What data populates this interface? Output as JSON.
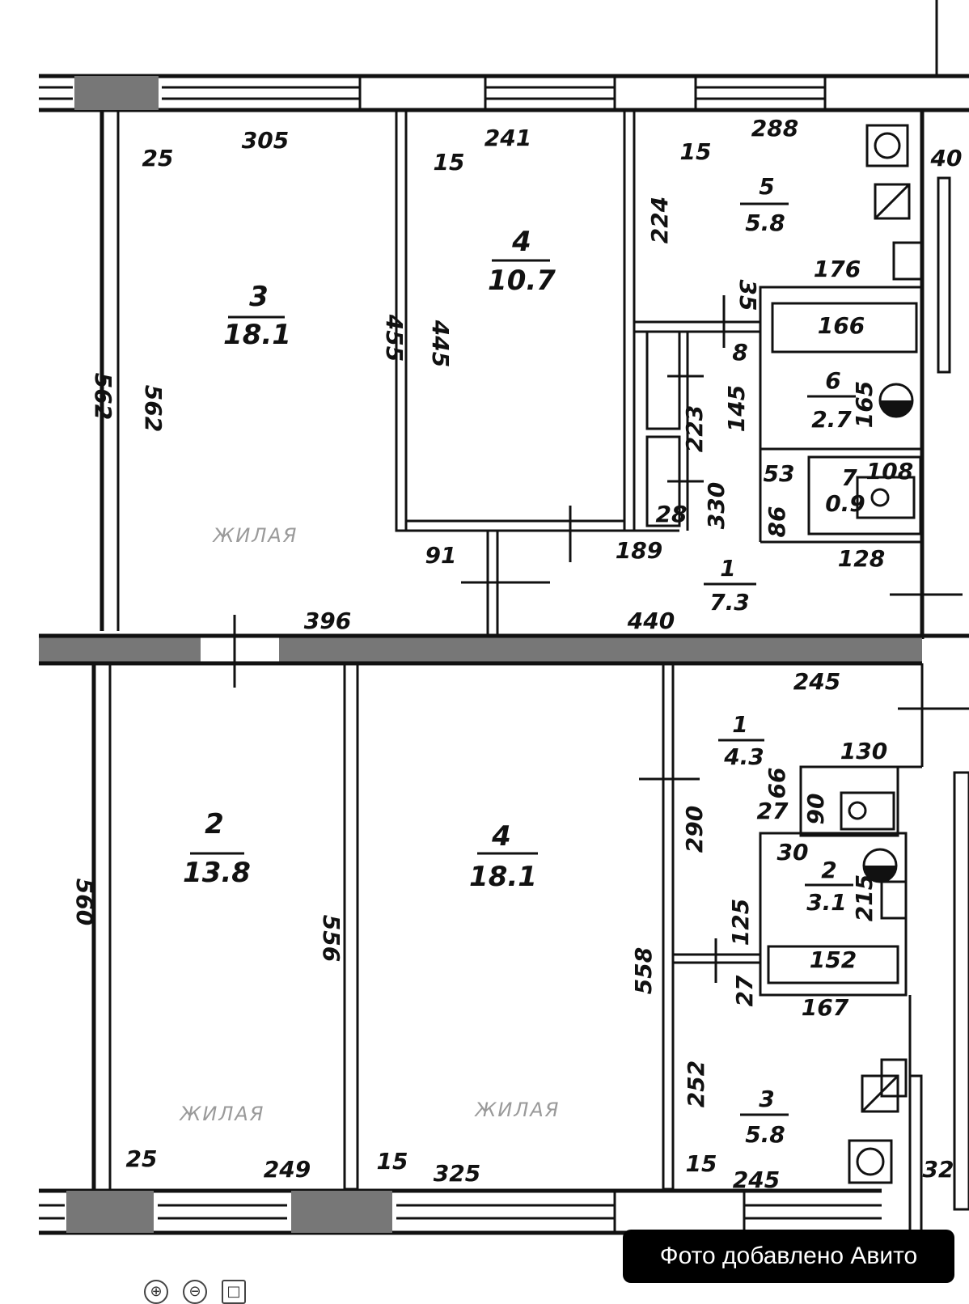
{
  "watermark": {
    "text": "Фото добавлено Авито"
  },
  "zoom_controls": [
    {
      "name": "zoom-in-icon",
      "glyph": "⊕"
    },
    {
      "name": "zoom-out-icon",
      "glyph": "⊖"
    },
    {
      "name": "fullscreen-icon",
      "glyph": "□"
    }
  ],
  "upper_unit": {
    "rooms": [
      {
        "number": "3",
        "area": "18.1"
      },
      {
        "number": "4",
        "area": "10.7"
      },
      {
        "number": "5",
        "area": "5.8"
      },
      {
        "number": "6",
        "area": "2.7"
      },
      {
        "number": "7",
        "area": "0.9"
      },
      {
        "number": "1",
        "area": "7.3"
      }
    ],
    "room_type_label": "ЖИЛАЯ",
    "dimensions": [
      "305",
      "241",
      "288",
      "25",
      "15",
      "15",
      "562",
      "562",
      "455",
      "445",
      "224",
      "40",
      "176",
      "35",
      "166",
      "8",
      "145",
      "165",
      "223",
      "53",
      "108",
      "28",
      "330",
      "86",
      "91",
      "189",
      "128",
      "396",
      "440"
    ]
  },
  "lower_unit": {
    "rooms": [
      {
        "number": "2",
        "area": "13.8"
      },
      {
        "number": "4",
        "area": "18.1"
      },
      {
        "number": "1",
        "area": "4.3"
      },
      {
        "number": "2",
        "area": "3.1"
      },
      {
        "number": "3",
        "area": "5.8"
      }
    ],
    "room_type_labels": [
      "ЖИЛАЯ",
      "ЖИЛАЯ"
    ],
    "dimensions": [
      "245",
      "130",
      "66",
      "27",
      "90",
      "30",
      "290",
      "215",
      "125",
      "560",
      "556",
      "558",
      "152",
      "27",
      "167",
      "252",
      "25",
      "249",
      "15",
      "325",
      "15",
      "245",
      "32"
    ]
  }
}
